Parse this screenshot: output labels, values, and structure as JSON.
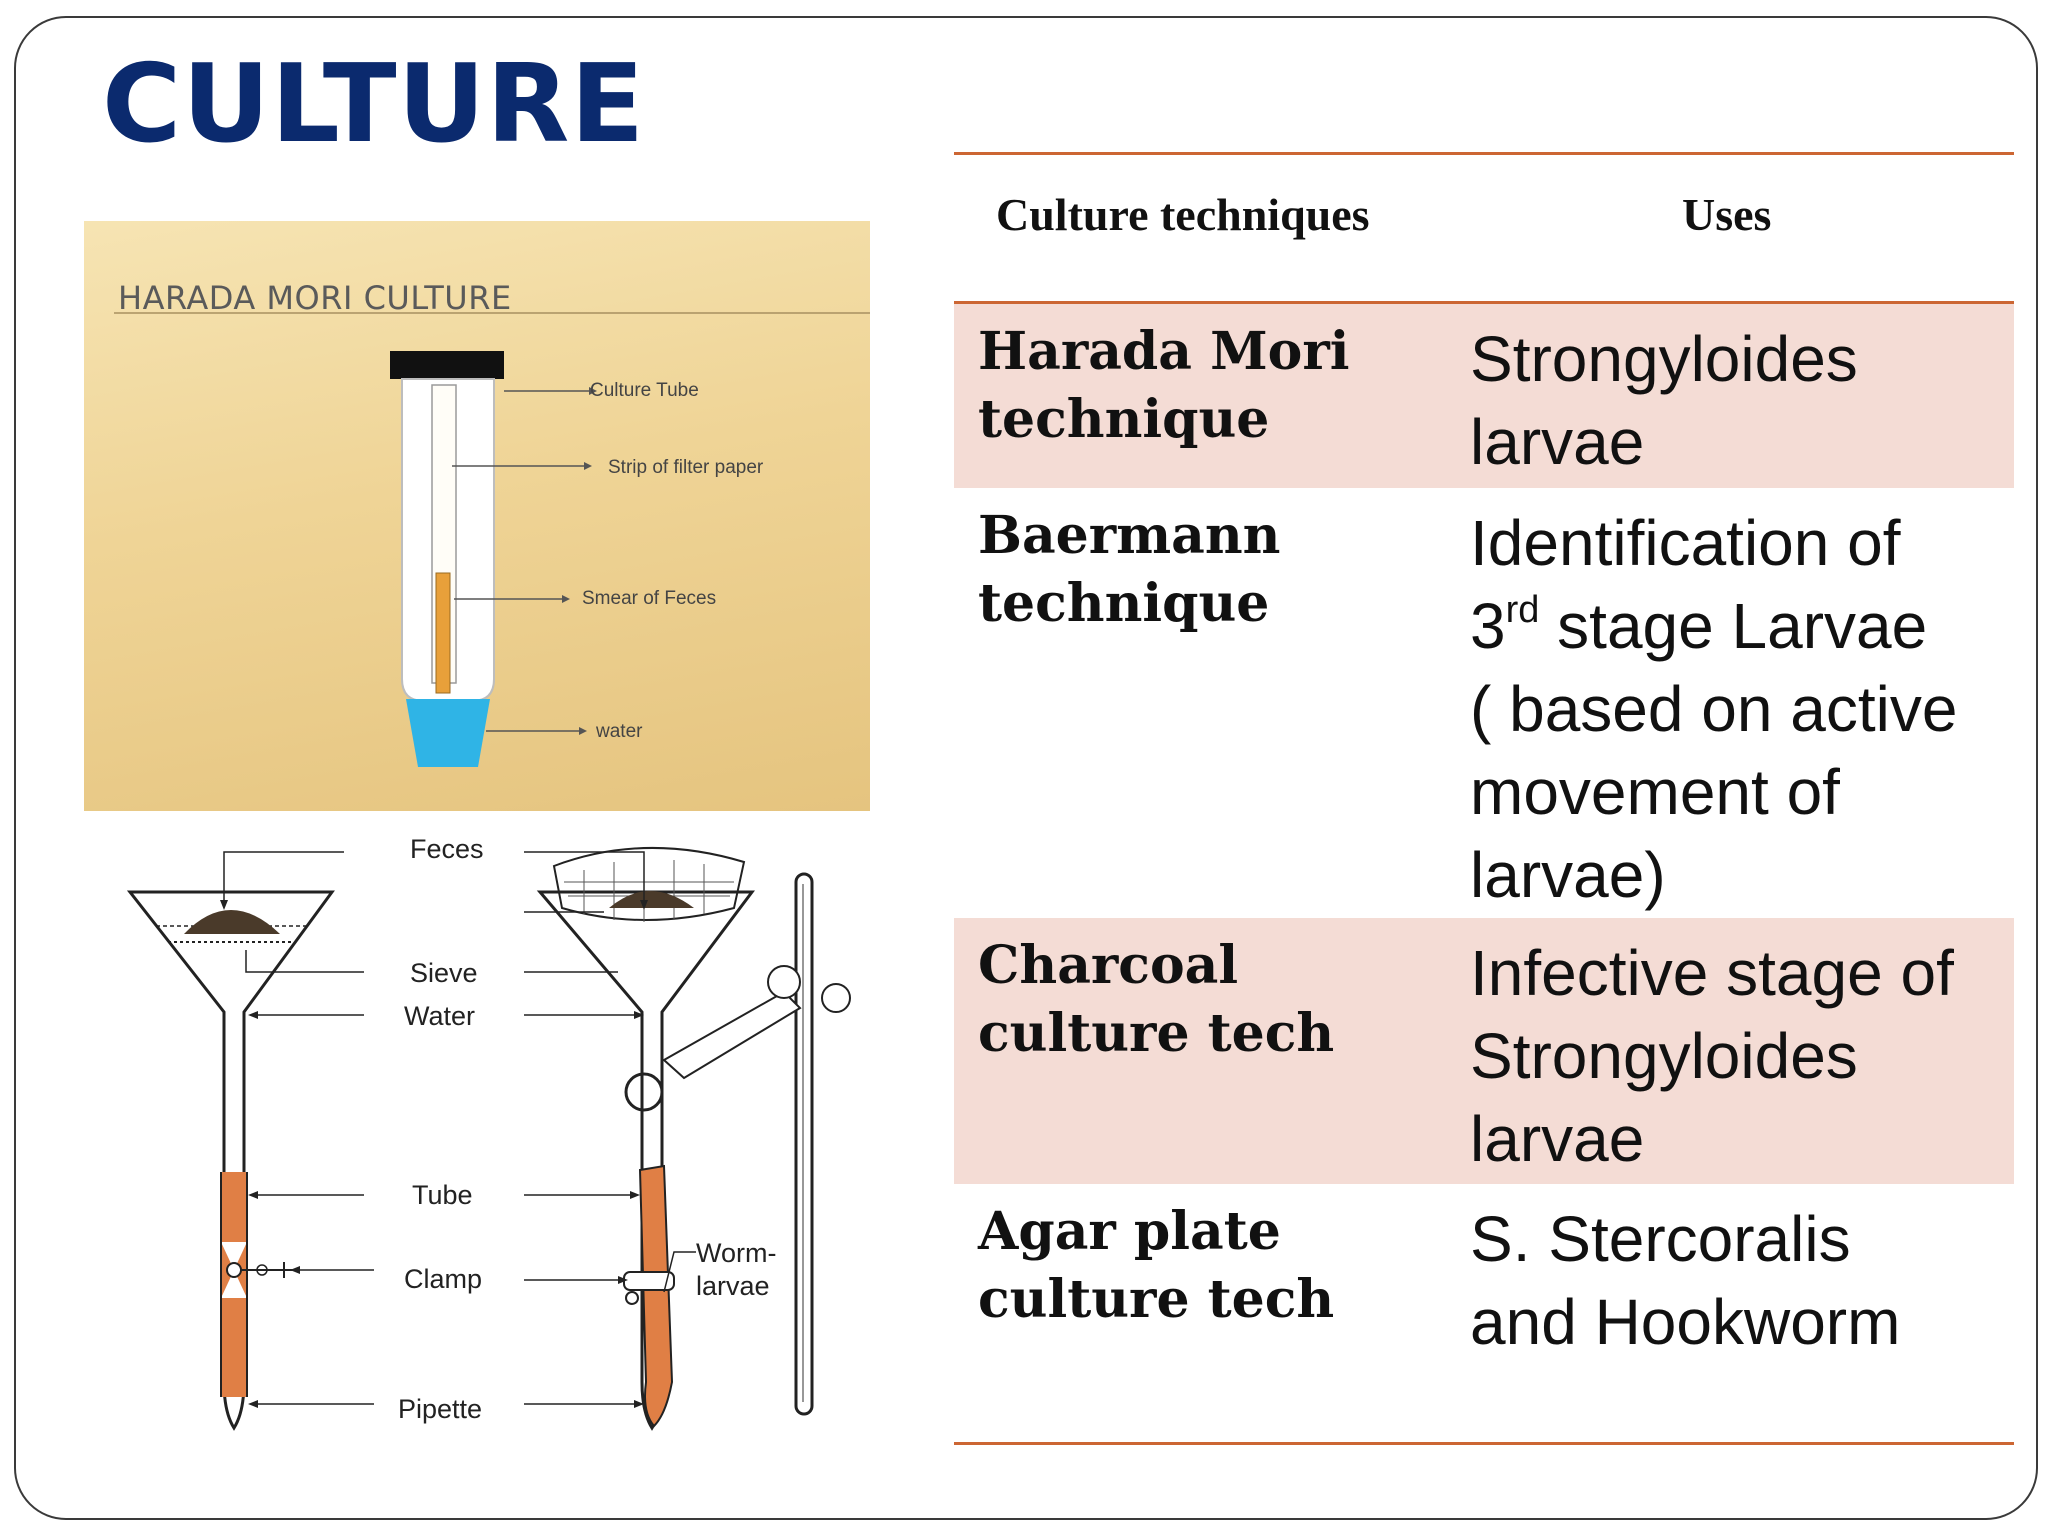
{
  "title": "CULTURE",
  "harada_mori_diagram": {
    "title": "HARADA MORI CULTURE",
    "labels": {
      "culture_tube": "Culture Tube",
      "filter_paper": "Strip of filter paper",
      "smear": "Smear of Feces",
      "water": "water"
    }
  },
  "baermann_diagram": {
    "labels": {
      "feces": "Feces",
      "sieve": "Sieve",
      "water": "Water",
      "tube": "Tube",
      "clamp": "Clamp",
      "pipette": "Pipette",
      "worm_larvae_1": "Worm-",
      "worm_larvae_2": "larvae"
    }
  },
  "table": {
    "headers": {
      "technique": "Culture techniques",
      "uses": "Uses"
    },
    "rows": [
      {
        "technique": [
          "Harada Mori",
          "technique"
        ],
        "uses": [
          "Strongyloides",
          "larvae"
        ]
      },
      {
        "technique": [
          "Baermann",
          "technique"
        ],
        "uses_l1": "Identification of",
        "uses_l2_num": "3",
        "uses_l2_sup": "rd",
        "uses_l2_rest": " stage Larvae",
        "uses_rest": [
          "( based on active",
          "movement of",
          "larvae)"
        ]
      },
      {
        "technique": [
          "Charcoal",
          "culture tech"
        ],
        "uses": [
          "Infective stage of",
          "Strongyloides",
          "larvae"
        ]
      },
      {
        "technique": [
          "Agar plate",
          "culture tech"
        ],
        "uses": [
          "S. Stercoralis",
          "and Hookworm"
        ]
      }
    ]
  },
  "colors": {
    "title": "#0b2a6e",
    "rule": "#cc6633",
    "row_shade": "#f4dcd5",
    "tube_color": "#e07f45",
    "water": "#2fb4e6"
  }
}
